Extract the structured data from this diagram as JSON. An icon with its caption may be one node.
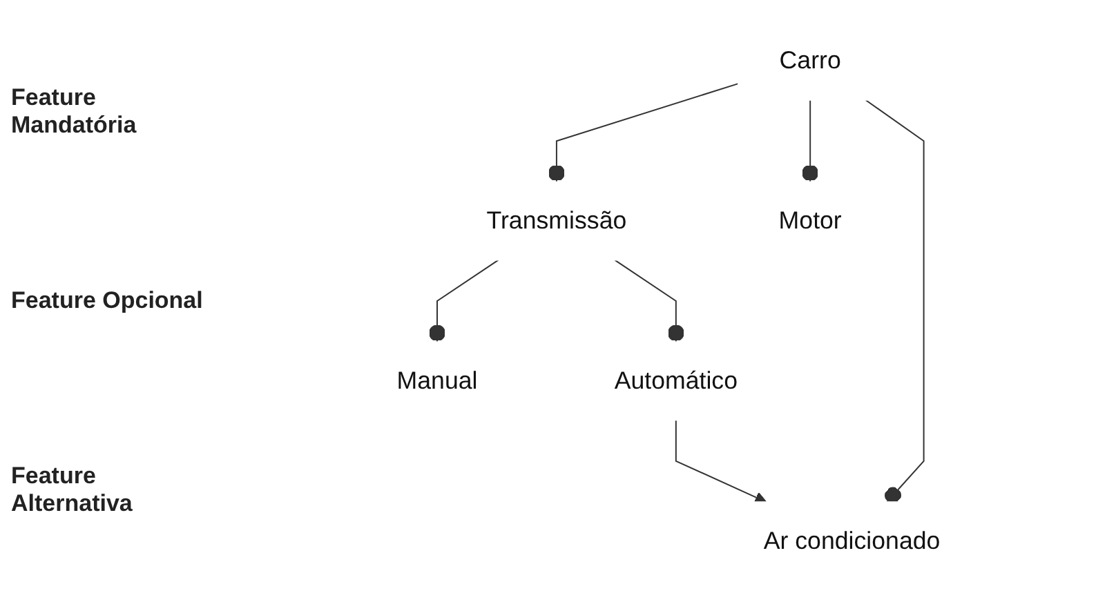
{
  "diagram": {
    "nodes": [
      {
        "text": [
          "Carro"
        ]
      },
      {
        "text": [
          "Transmissão"
        ]
      },
      {
        "text": [
          "Motor"
        ]
      },
      {
        "text": [
          "Ar condicionado"
        ]
      },
      {
        "text": [
          "Manual"
        ]
      },
      {
        "text": [
          "Automático"
        ]
      }
    ],
    "edges": [
      {
        "from": 0,
        "to": 1,
        "arrow": "other"
      },
      {
        "from": 0,
        "to": 2,
        "arrow": "other"
      },
      {
        "from": 0,
        "to": 3,
        "arrow": "other"
      },
      {
        "from": 1,
        "to": 4,
        "arrow": "other"
      },
      {
        "from": 1,
        "to": 5,
        "arrow": "other"
      },
      {
        "from": 5,
        "to": 3,
        "arrow": "to"
      }
    ],
    "labels": [
      "Feature Mandatória",
      "Feature Opcional",
      "Feature Alternativa"
    ]
  }
}
